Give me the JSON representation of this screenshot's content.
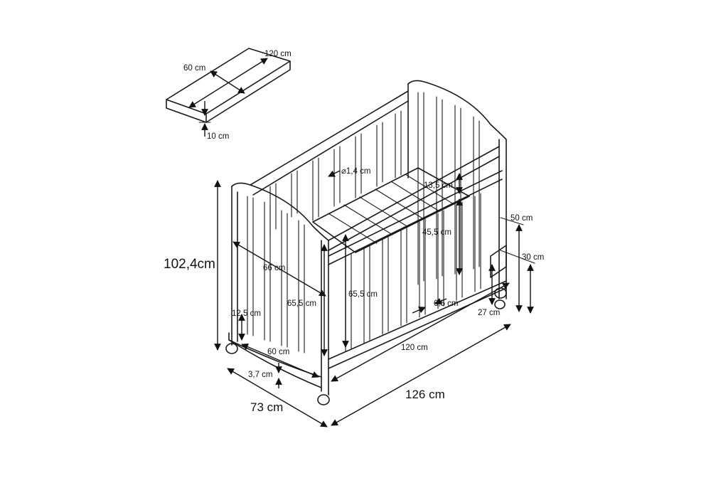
{
  "diagram": {
    "mattress": {
      "length_label": "120 cm",
      "width_label": "60 cm",
      "thickness_label": "10 cm"
    },
    "crib": {
      "height_total": "102,4cm",
      "bar_diameter": "⌀1,4 cm",
      "rail_spacing": "13,5 cm",
      "upper_rail_drop": "45,5 cm",
      "end_diagonal": "66 cm",
      "side_height_a": "65,5 cm",
      "side_height_b": "65,5 cm",
      "bar_gap": "6,5 cm",
      "wheel_height": "27 cm",
      "base_clearance": "12,5 cm",
      "base_width": "60 cm",
      "rocker_height": "3,7 cm",
      "inner_length": "120 cm",
      "outer_length": "126 cm",
      "outer_width": "73 cm",
      "drawer_depth": "50 cm",
      "drawer_height": "30 cm"
    },
    "colors": {
      "line": "#1a1a1a",
      "background": "#ffffff"
    }
  }
}
